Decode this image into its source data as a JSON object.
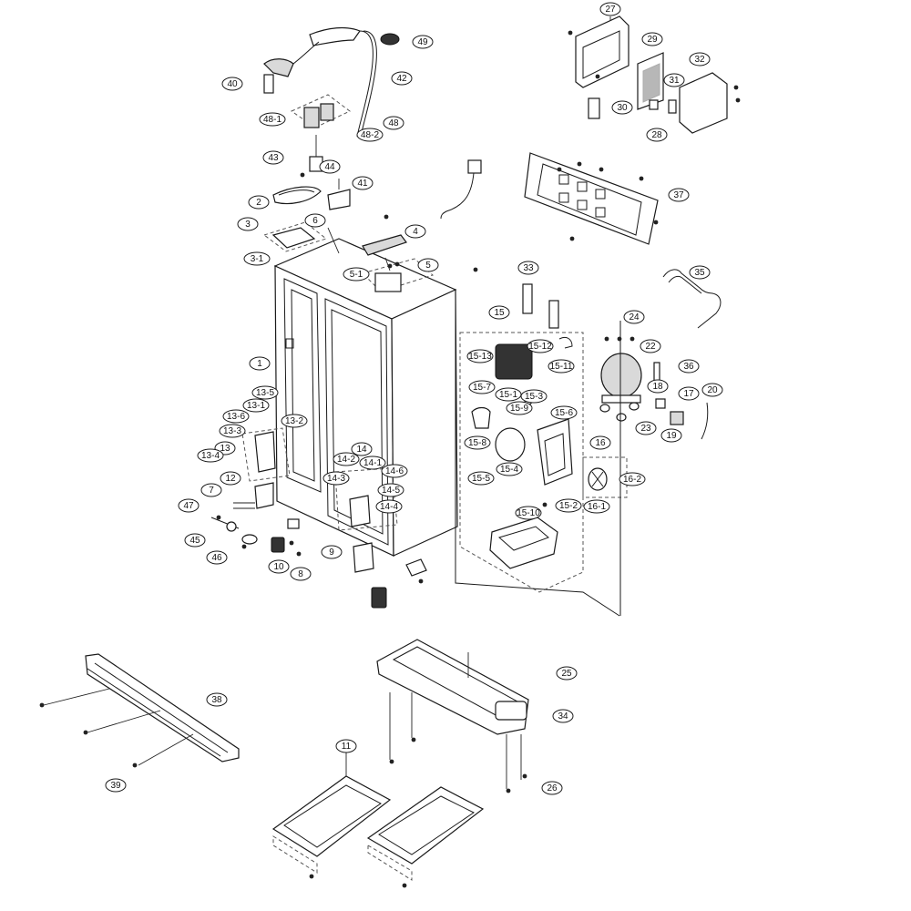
{
  "callouts": [
    "1",
    "2",
    "3",
    "3-1",
    "4",
    "5",
    "5-1",
    "6",
    "7",
    "8",
    "9",
    "10",
    "11",
    "12",
    "13",
    "13-1",
    "13-2",
    "13-3",
    "13-4",
    "13-5",
    "13-6",
    "14",
    "14-1",
    "14-2",
    "14-3",
    "14-4",
    "14-5",
    "14-6",
    "15",
    "15-1",
    "15-2",
    "15-3",
    "15-4",
    "15-5",
    "15-6",
    "15-7",
    "15-8",
    "15-9",
    "15-10",
    "15-11",
    "15-12",
    "15-13",
    "16",
    "16-1",
    "16-2",
    "17",
    "18",
    "19",
    "20",
    "22",
    "23",
    "24",
    "25",
    "26",
    "27",
    "28",
    "29",
    "30",
    "31",
    "32",
    "33",
    "34",
    "35",
    "36",
    "37",
    "38",
    "39",
    "40",
    "41",
    "42",
    "43",
    "44",
    "45",
    "46",
    "47",
    "48",
    "48-1",
    "48-2",
    "49"
  ]
}
